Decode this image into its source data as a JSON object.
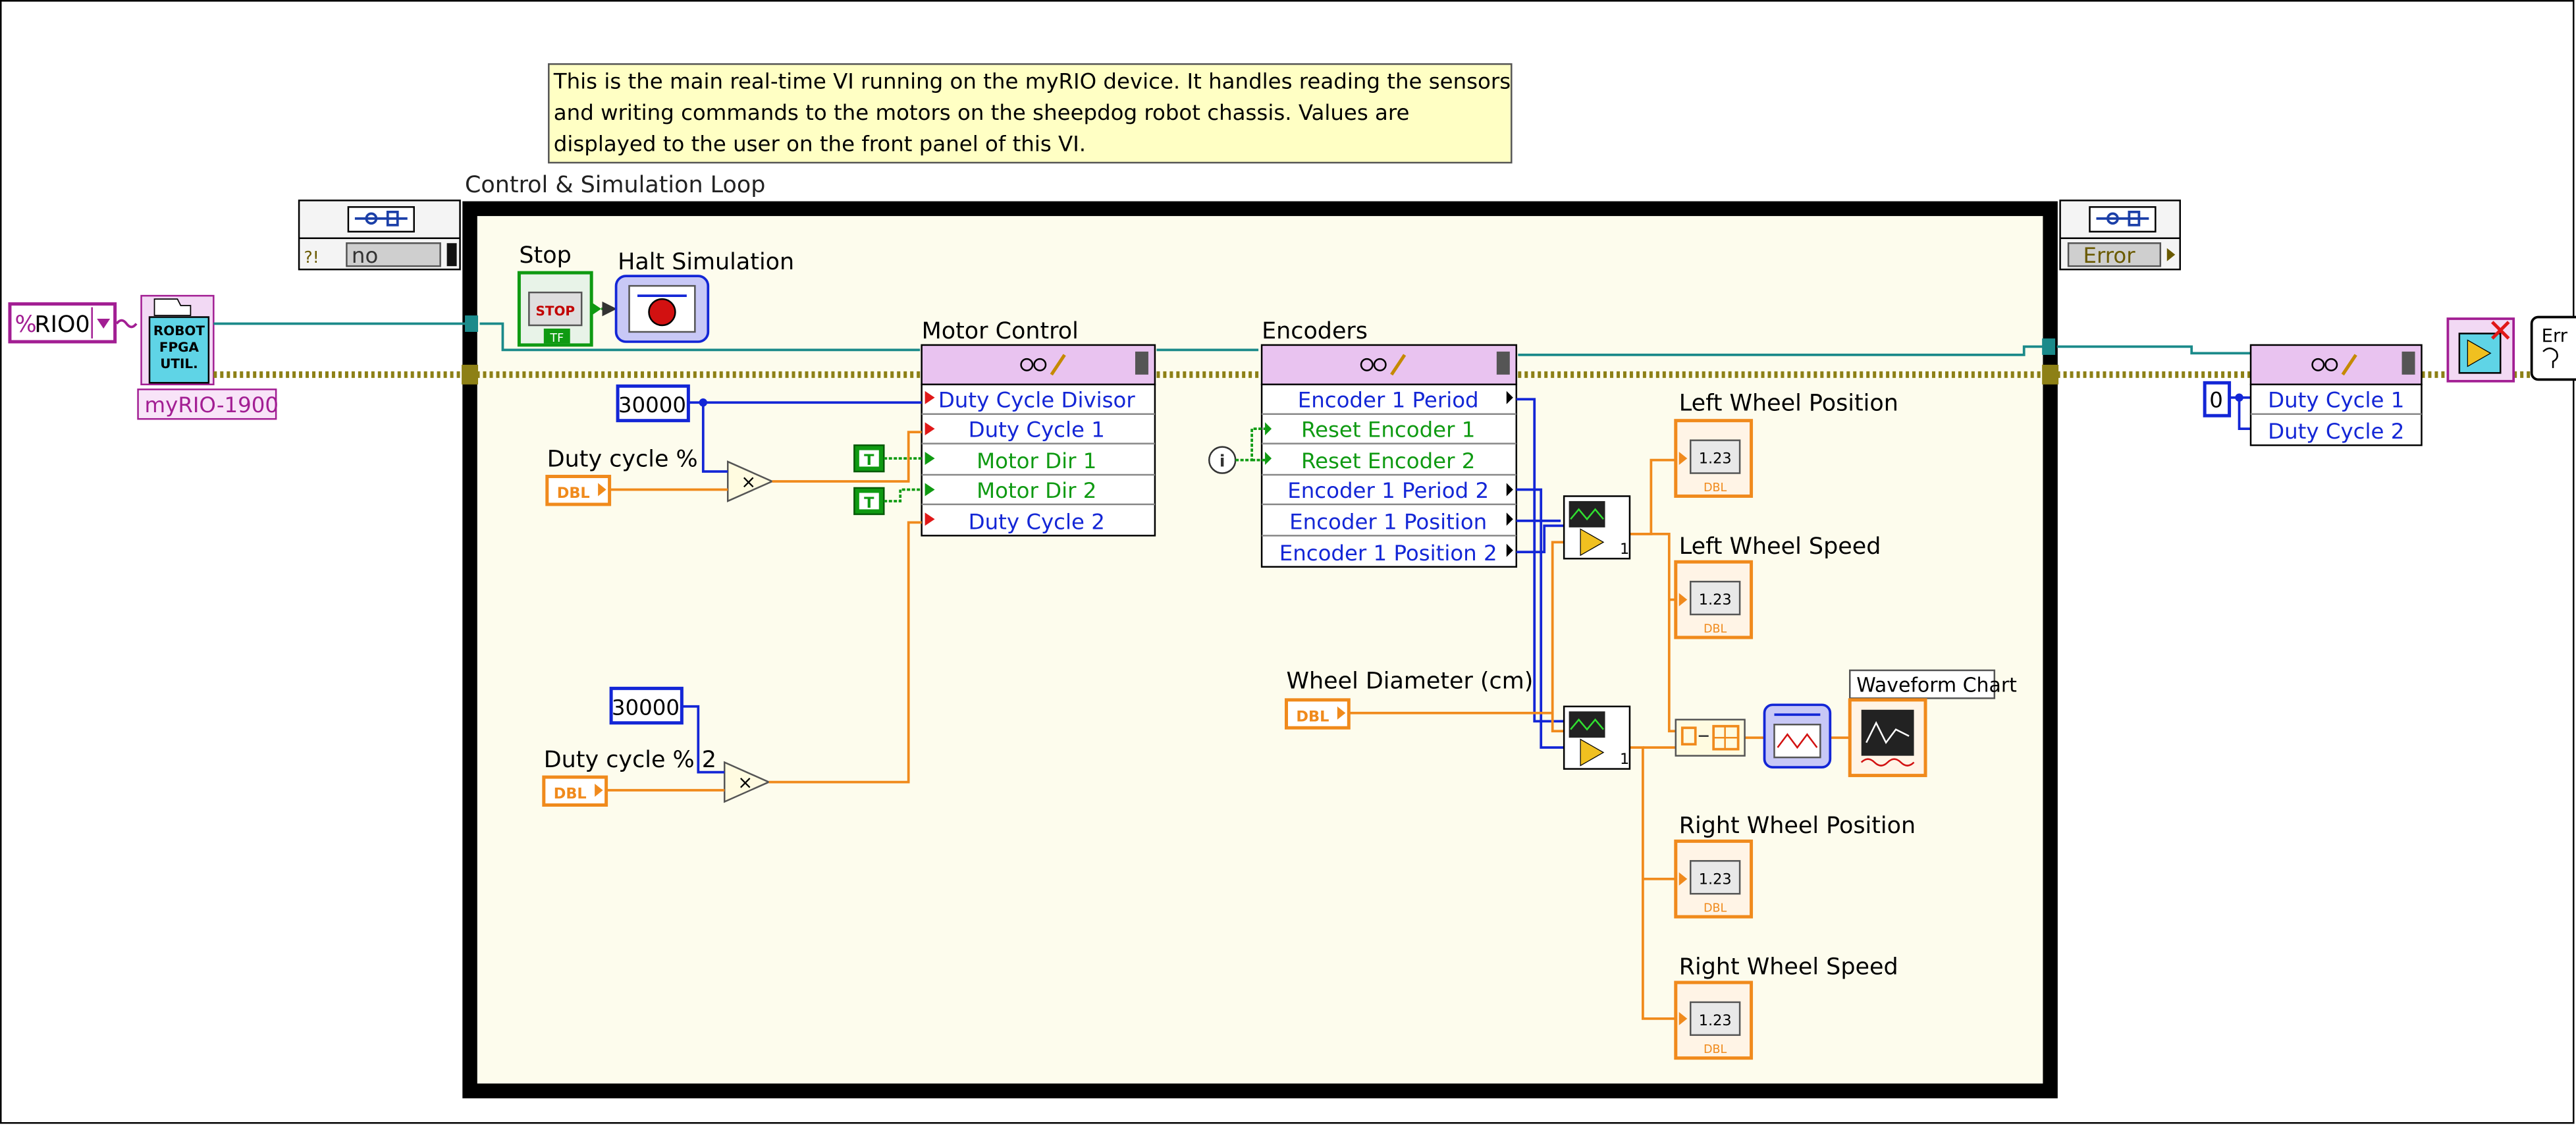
{
  "comment_box": {
    "lines": [
      "This is the main real-time VI running on the myRIO device. It handles reading the sensors",
      "and writing commands to the motors on the sheepdog robot chassis. Values are",
      "displayed to the user on the front panel of this VI."
    ]
  },
  "loop": {
    "label": "Control & Simulation Loop"
  },
  "resource": {
    "name": "RIO0",
    "percent_glyph": "%"
  },
  "fpga_util": {
    "lines": [
      "ROBOT",
      "FPGA",
      "UTIL."
    ],
    "label": "myRIO-1900"
  },
  "left_tunnel": {
    "value": "no",
    "glyph": "?!"
  },
  "right_tunnel": {
    "value": "Error"
  },
  "stop_control": {
    "label": "Stop",
    "text": "STOP",
    "tf": "TF"
  },
  "halt_sim": {
    "label": "Halt Simulation"
  },
  "motor_control": {
    "label": "Motor Control",
    "terminals": [
      "Duty Cycle Divisor",
      "Duty Cycle 1",
      "Motor Dir 1",
      "Motor Dir 2",
      "Duty Cycle 2"
    ]
  },
  "encoders": {
    "label": "Encoders",
    "terminals": [
      "Encoder 1 Period",
      "Reset Encoder 1",
      "Reset Encoder 2",
      "Encoder 1 Period 2",
      "Encoder 1 Position",
      "Encoder 1 Position 2"
    ]
  },
  "constants": {
    "divisor_1": "30000",
    "divisor_2": "30000",
    "zero": "0",
    "true_glyph": "T",
    "index_glyph": "i"
  },
  "controls": {
    "duty_cycle_1": "Duty cycle %",
    "duty_cycle_2": "Duty cycle % 2",
    "wheel_diameter": "Wheel Diameter (cm)",
    "dbl": "DBL"
  },
  "indicators": [
    {
      "label": "Left Wheel Position"
    },
    {
      "label": "Left Wheel Speed"
    },
    {
      "label": "Right Wheel Position"
    },
    {
      "label": "Right Wheel Speed"
    }
  ],
  "indicator_glyph": "1.23",
  "subvi_suffix": "1",
  "waveform_chart": {
    "label": "Waveform Chart"
  },
  "close_vi": {
    "terminals": [
      "Duty Cycle 1",
      "Duty Cycle 2"
    ]
  },
  "error_handler": {
    "glyph": "Err"
  },
  "colors": {
    "loop_border": "#000000",
    "loop_fill": "#fdfced",
    "dbl_orange": "#f08a1c",
    "int_blue": "#1326d6",
    "bool_green": "#0f9a12",
    "refnum_teal": "#1b8a8a",
    "error_gold": "#8d8016",
    "purple": "#a21e93"
  }
}
